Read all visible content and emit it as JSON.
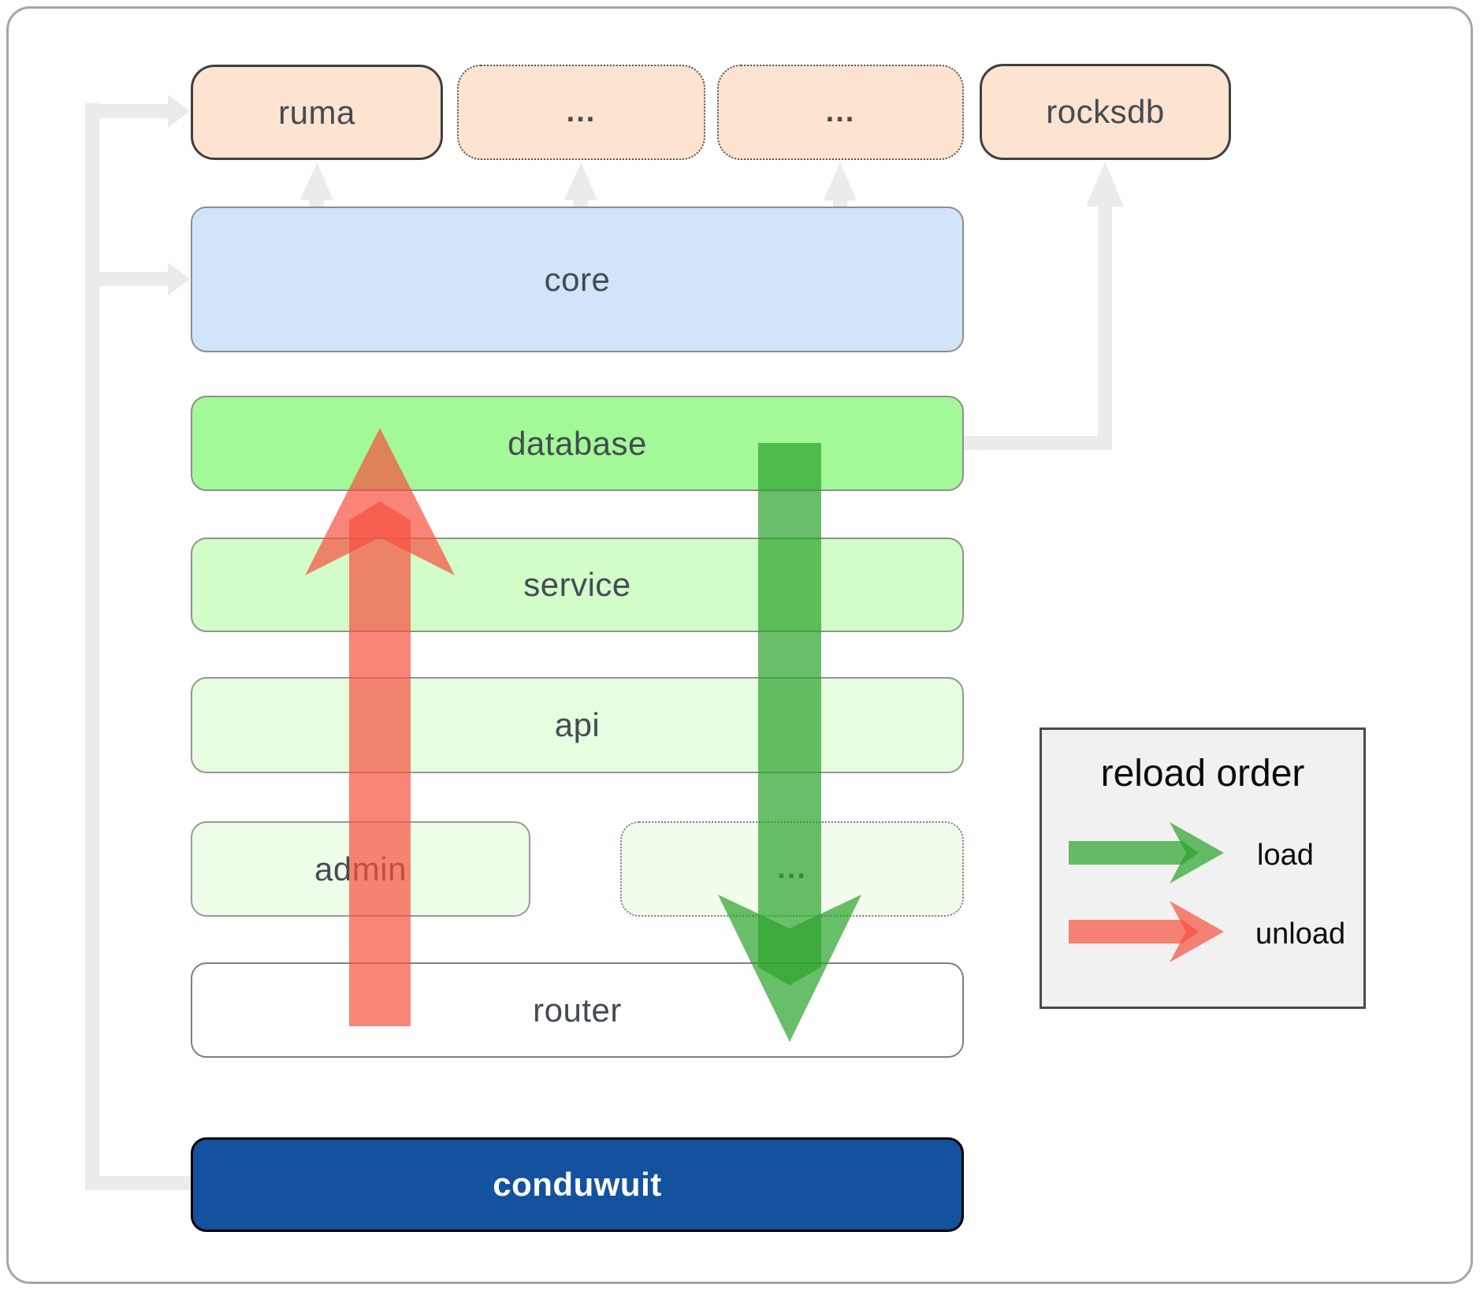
{
  "boxes": {
    "ruma": {
      "label": "ruma"
    },
    "ext1": {
      "label": "..."
    },
    "ext2": {
      "label": "..."
    },
    "rocksdb": {
      "label": "rocksdb"
    },
    "core": {
      "label": "core"
    },
    "database": {
      "label": "database"
    },
    "service": {
      "label": "service"
    },
    "api": {
      "label": "api"
    },
    "admin": {
      "label": "admin"
    },
    "ext3": {
      "label": "..."
    },
    "router": {
      "label": "router"
    },
    "conduwuit": {
      "label": "conduwuit"
    }
  },
  "legend": {
    "title": "reload order",
    "load_label": "load",
    "unload_label": "unload"
  },
  "colors": {
    "load_green": "#2aa32a",
    "unload_red": "#f6503e",
    "connector_gray": "#ebebeb",
    "peach_fill": "#fce4d0",
    "core_blue": "#d1e4f9",
    "database_green": "#a3f898",
    "service_green": "#d2fcc8",
    "api_green": "#e6fde0",
    "admin_green": "#eefde8",
    "ext3_green": "#f3fdee",
    "conduwuit_blue": "#14519e",
    "legend_bg": "#f1f1f1"
  }
}
